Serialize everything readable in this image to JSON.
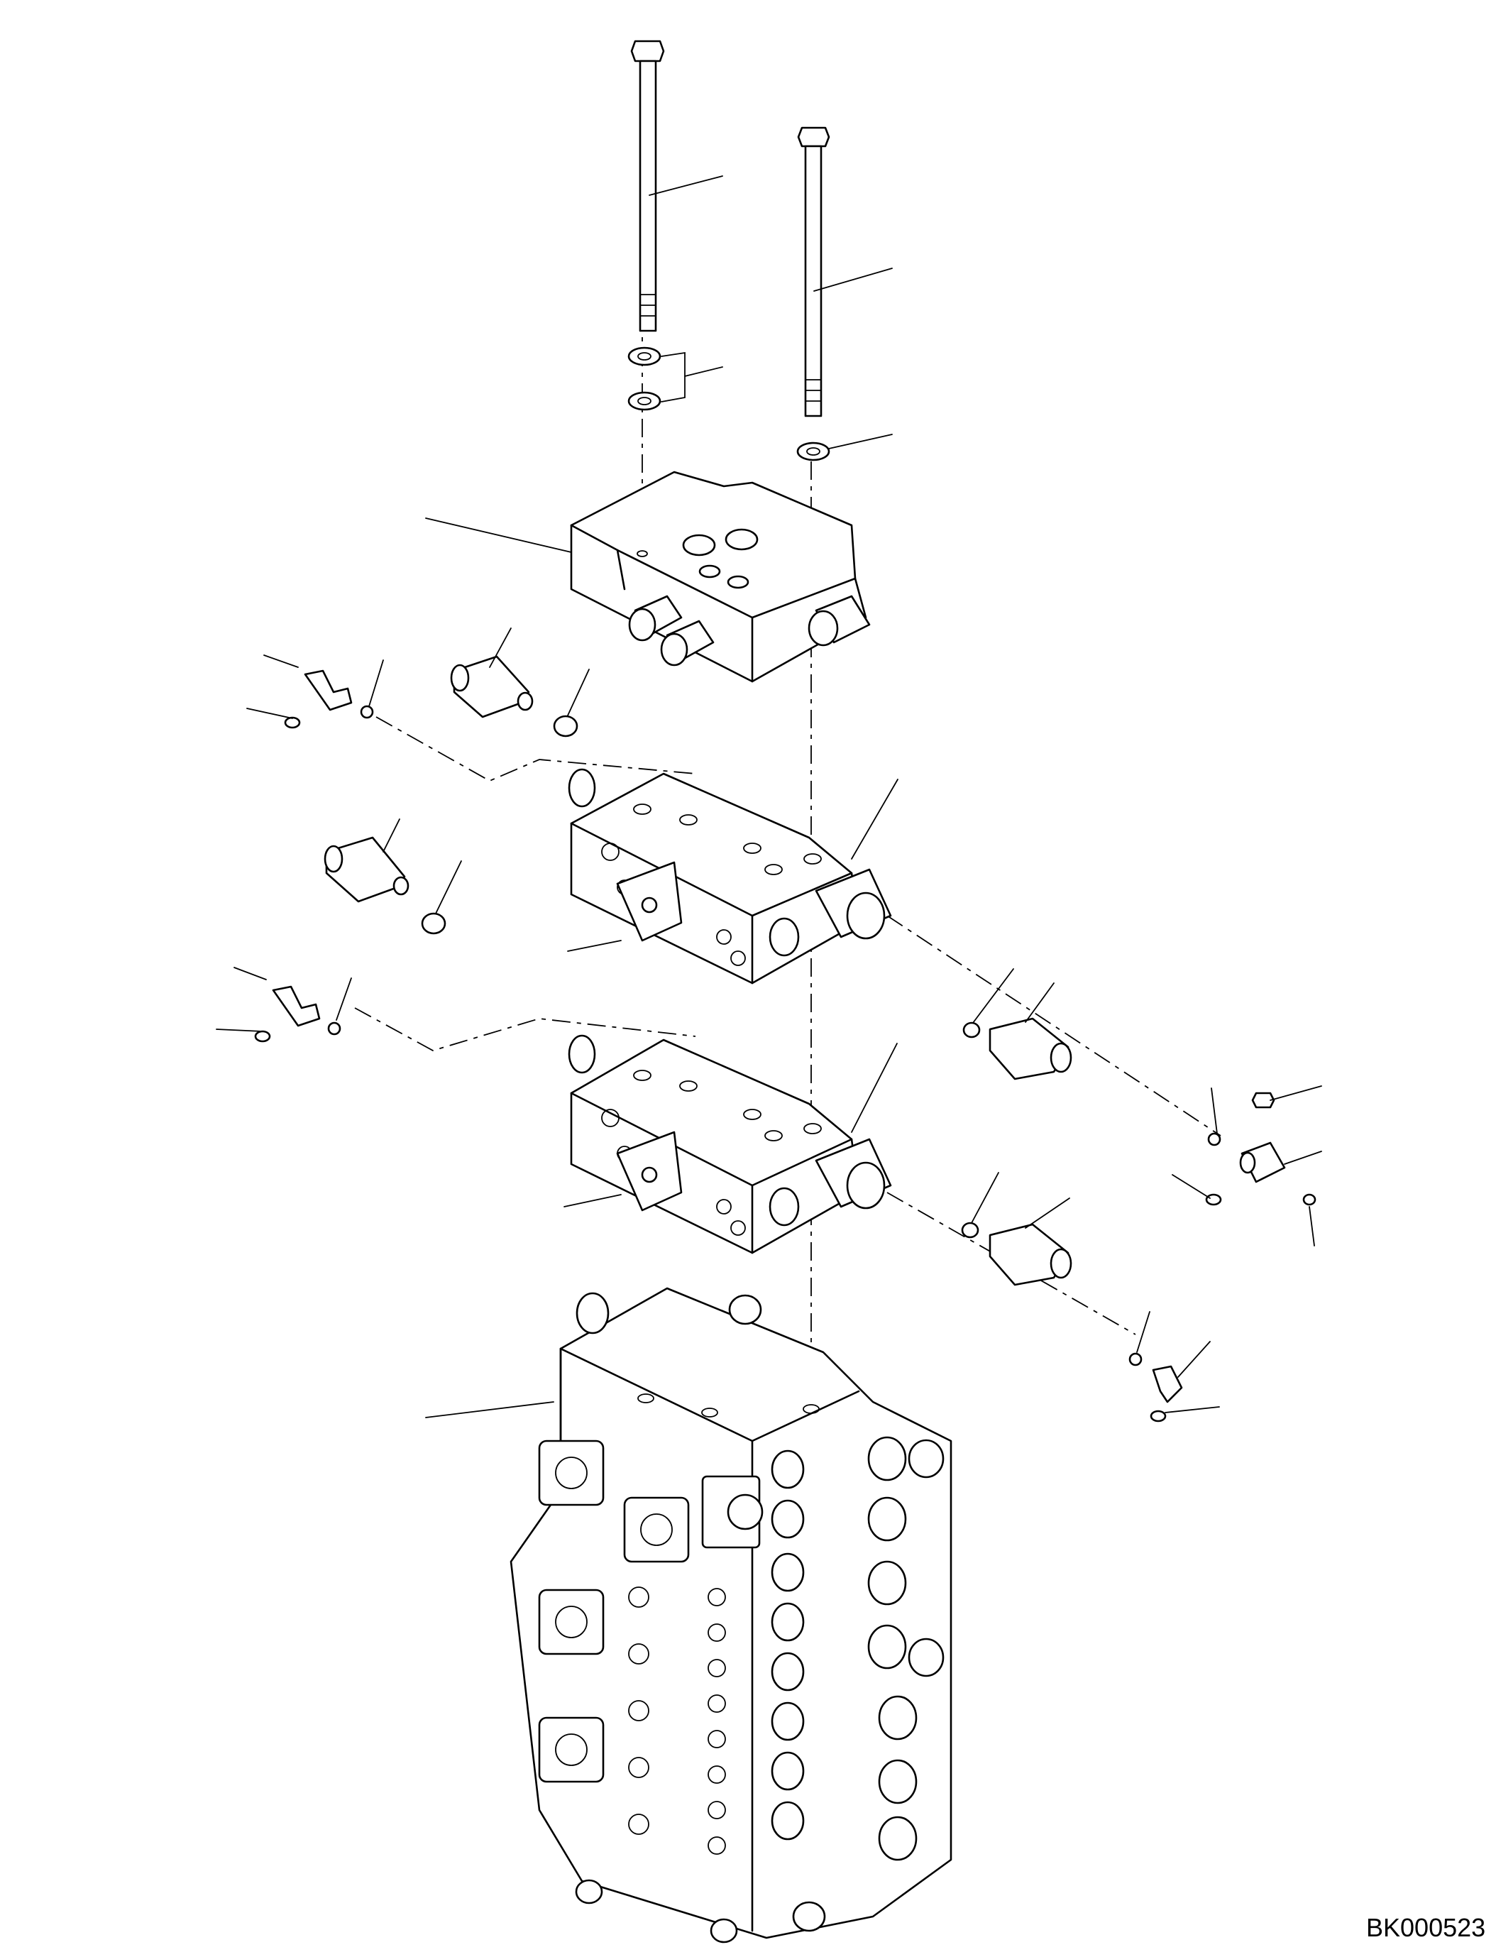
{
  "drawing": {
    "reference_code": "BK000523"
  },
  "icons": {
    "tie_bolt": "long-hex-bolt",
    "washer": "flat-washer",
    "o_ring": "o-ring",
    "relief_valve": "relief-valve-cartridge",
    "elbow_fitting": "elbow-fitting",
    "tee_fitting": "tee-fitting",
    "plug": "hex-plug"
  },
  "colors": {
    "line": "#000000",
    "background": "#ffffff"
  }
}
